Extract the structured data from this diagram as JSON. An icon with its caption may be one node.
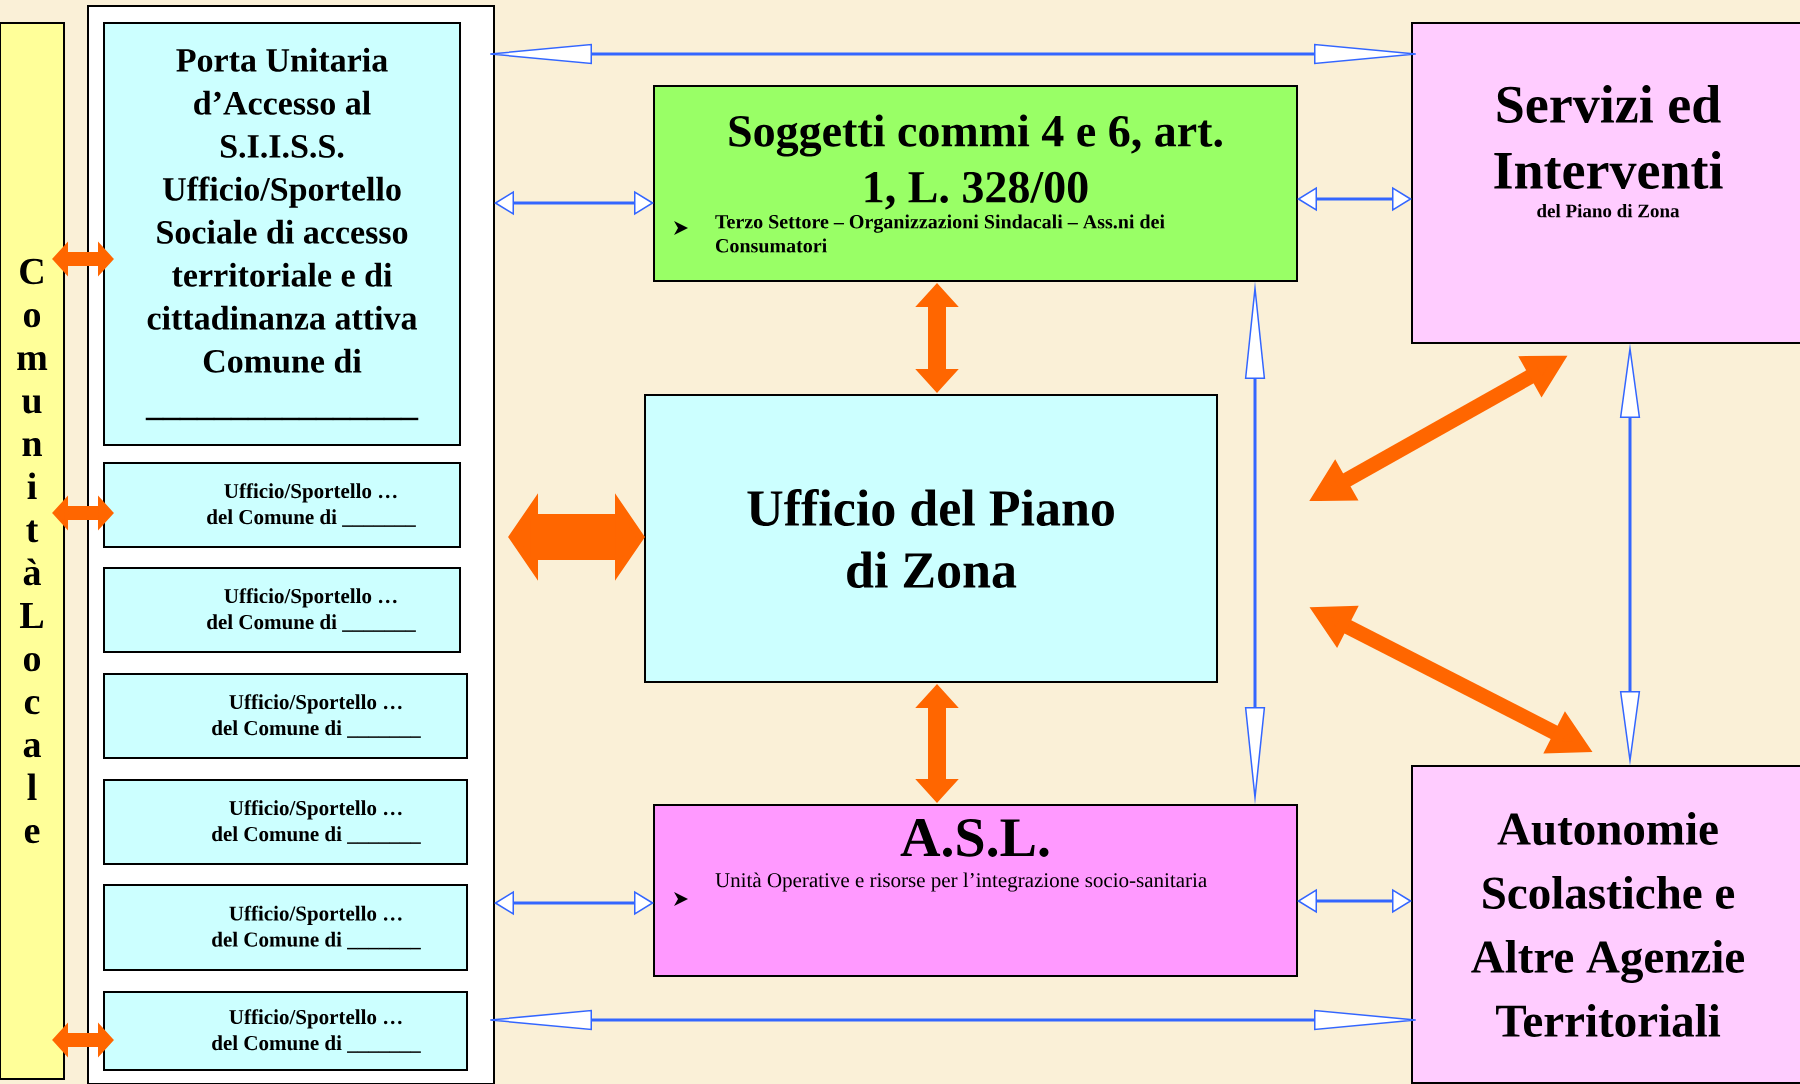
{
  "diagram": {
    "nodes": [
      {
        "text": [
          "Comunità Locale"
        ]
      },
      {
        "text": [],
        "shape": "box"
      },
      {
        "text": [
          "Porta Unitaria d’Accesso al S.I.I.S.S. Ufficio/Sportello Sociale di accesso territoriale e di cittadinanza attiva Comune di ________________"
        ],
        "in": 1
      },
      {
        "text": [
          "Ufficio/Sportello … del Comune di _______"
        ],
        "in": 1
      },
      {
        "text": [
          "Ufficio/Sportello … del Comune di _______"
        ],
        "in": 1
      },
      {
        "text": [
          "Ufficio/Sportello … del Comune di _______"
        ],
        "in": 1
      },
      {
        "text": [
          "Ufficio/Sportello … del Comune di _______"
        ],
        "in": 1
      },
      {
        "text": [
          "Ufficio/Sportello … del Comune di _______"
        ],
        "in": 1
      },
      {
        "text": [
          "Ufficio/Sportello … del Comune di _______"
        ],
        "in": 1
      },
      {
        "text": [
          "Soggetti commi 4 e 6, art. 1, L. 328/00",
          "Terzo Settore – Organizzazioni Sindacali – Ass.ni dei Consumatori"
        ]
      },
      {
        "text": [
          "Ufficio del Piano di Zona"
        ]
      },
      {
        "text": [
          "A.S.L.",
          "Unità Operative e risorse per l’integrazione socio-sanitaria"
        ]
      },
      {
        "text": [
          "Servizi ed Interventi",
          "del Piano di Zona"
        ]
      },
      {
        "text": [
          "Autonomie Scolastiche e Altre Agenzie Territoriali"
        ]
      }
    ],
    "edges": [
      {
        "from": 0,
        "to": 2,
        "arrow": "both",
        "style": "thick",
        "color": "#ff6600"
      },
      {
        "from": 0,
        "to": 3,
        "arrow": "both",
        "style": "thick",
        "color": "#ff6600"
      },
      {
        "from": 0,
        "to": 8,
        "arrow": "both",
        "style": "thick",
        "color": "#ff6600"
      },
      {
        "from": 1,
        "to": 10,
        "arrow": "both",
        "style": "thick",
        "color": "#ff6600"
      },
      {
        "from": 1,
        "to": 12,
        "arrow": "both",
        "color": "#3366ff"
      },
      {
        "from": 1,
        "to": 9,
        "arrow": "both",
        "color": "#3366ff"
      },
      {
        "from": 9,
        "to": 12,
        "arrow": "both",
        "color": "#3366ff"
      },
      {
        "from": 9,
        "to": 10,
        "arrow": "both",
        "style": "thick",
        "color": "#ff6600"
      },
      {
        "from": 10,
        "to": 11,
        "arrow": "both",
        "style": "thick",
        "color": "#ff6600"
      },
      {
        "from": 1,
        "to": 11,
        "arrow": "both",
        "color": "#3366ff"
      },
      {
        "from": 11,
        "to": 13,
        "arrow": "both",
        "color": "#3366ff"
      },
      {
        "from": 1,
        "to": 13,
        "arrow": "both",
        "color": "#3366ff"
      },
      {
        "from": 9,
        "to": 11,
        "arrow": "both",
        "color": "#3366ff"
      },
      {
        "from": 12,
        "to": 13,
        "arrow": "both",
        "color": "#3366ff"
      },
      {
        "from": 10,
        "to": 12,
        "arrow": "both",
        "style": "thick",
        "color": "#ff6600"
      },
      {
        "from": 10,
        "to": 13,
        "arrow": "both",
        "style": "thick",
        "color": "#ff6600"
      }
    ]
  }
}
